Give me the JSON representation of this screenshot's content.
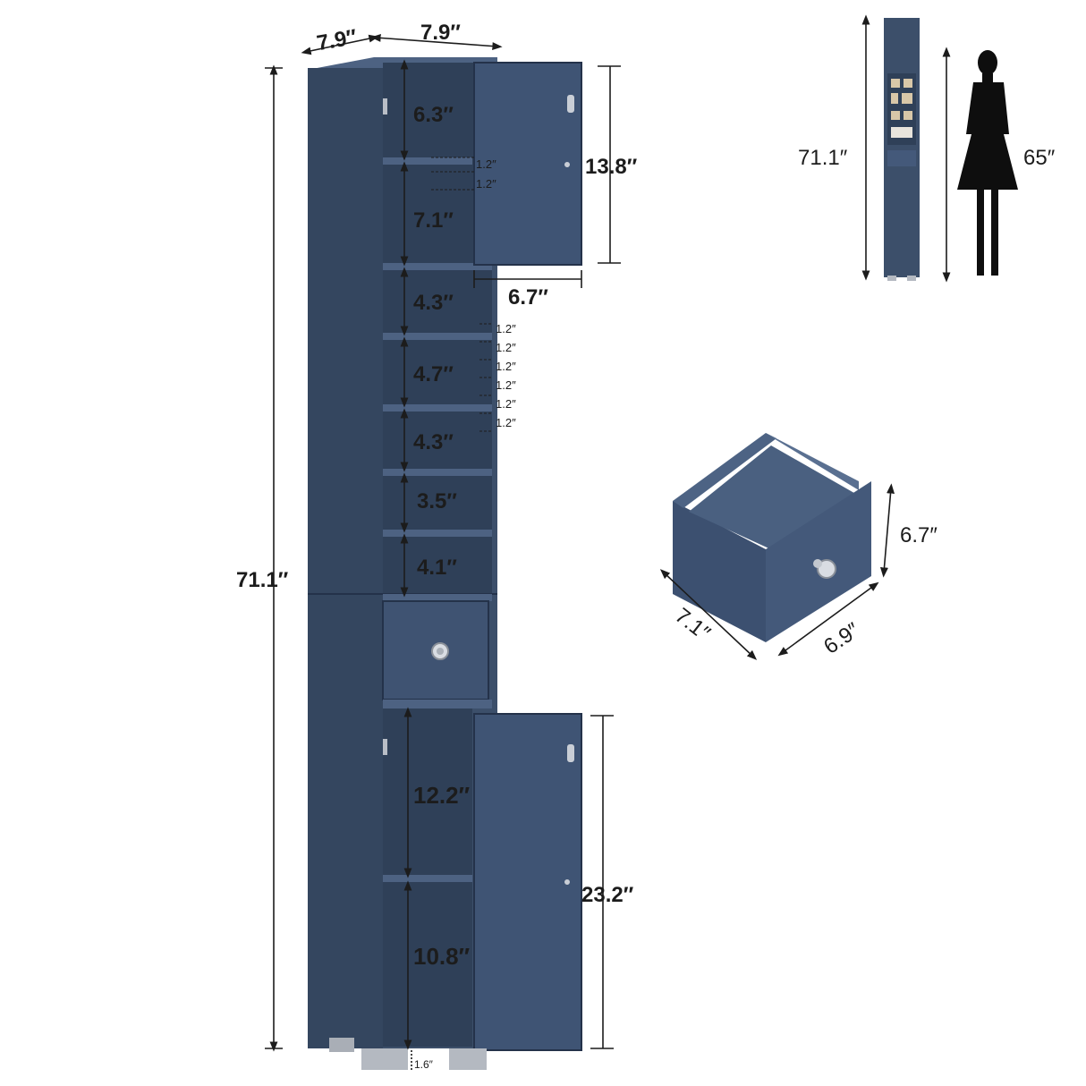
{
  "colors": {
    "cabinet": "#3c4f6a",
    "cabinet_dark": "#2e3e55",
    "cabinet_light": "#4d6282",
    "interior": "#34455d",
    "dimension_line": "#1c1c1c"
  },
  "main_cabinet": {
    "top_depth": "7.9″",
    "top_width": "7.9″",
    "total_height": "71.1″",
    "upper_door_height": "13.8″",
    "upper_door_width": "6.7″",
    "compartments": [
      "6.3″",
      "7.1″",
      "4.3″",
      "4.7″",
      "4.3″",
      "3.5″",
      "4.1″"
    ],
    "shelf_spacing_upper": [
      "1.2″",
      "1.2″"
    ],
    "shelf_spacing_middle": [
      "1.2″",
      "1.2″",
      "1.2″",
      "1.2″",
      "1.2″",
      "1.2″"
    ],
    "lower_compartments": [
      "12.2″",
      "10.8″"
    ],
    "lower_door_height": "23.2″",
    "leg_height": "1.6″"
  },
  "scale_reference": {
    "cabinet_height": "71.1″",
    "person_height": "65″"
  },
  "drawer_detail": {
    "height": "6.7″",
    "depth": "7.1″",
    "width": "6.9″"
  },
  "icons": {
    "person": "person-silhouette-icon",
    "knob": "drawer-knob-icon",
    "hinge": "hinge-icon"
  }
}
